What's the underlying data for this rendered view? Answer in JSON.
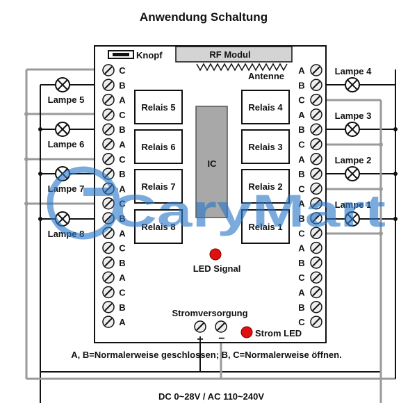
{
  "title": "Anwendung Schaltung",
  "module": {
    "knopf": "Knopf",
    "rf_modul": "RF Modul",
    "antenne": "Antenne",
    "ic": "IC",
    "relais": [
      "Relais 5",
      "Relais 4",
      "Relais 6",
      "Relais 3",
      "Relais 7",
      "Relais 2",
      "Relais 8",
      "Relais 1"
    ],
    "led_signal": "LED Signal",
    "stromversorgung": "Stromversorgung",
    "plus": "+",
    "minus": "−",
    "strom_led": "Strom LED"
  },
  "left_terminals": [
    "C",
    "B",
    "A",
    "C",
    "B",
    "A",
    "C",
    "B",
    "A",
    "C",
    "B",
    "A",
    "C",
    "B",
    "A",
    "C",
    "B",
    "A"
  ],
  "right_terminals": [
    "A",
    "B",
    "C",
    "A",
    "B",
    "C",
    "A",
    "B",
    "C",
    "A",
    "B",
    "C",
    "A",
    "B",
    "C",
    "A",
    "B",
    "C"
  ],
  "lamps": {
    "l5": "Lampe 5",
    "l6": "Lampe 6",
    "l7": "Lampe 7",
    "l8": "Lampe 8",
    "l4": "Lampe 4",
    "l3": "Lampe 3",
    "l2": "Lampe 2",
    "l1": "Lampe 1"
  },
  "note": "A, B=Normalerweise geschlossen; B, C=Normalerweise öffnen.",
  "supply": "DC 0~28V / AC 110~240V",
  "watermark": "CaryMart",
  "colors": {
    "wire_gray": "#9a9a9a",
    "led_red": "#e01010",
    "watermark": "#2a78c8"
  }
}
